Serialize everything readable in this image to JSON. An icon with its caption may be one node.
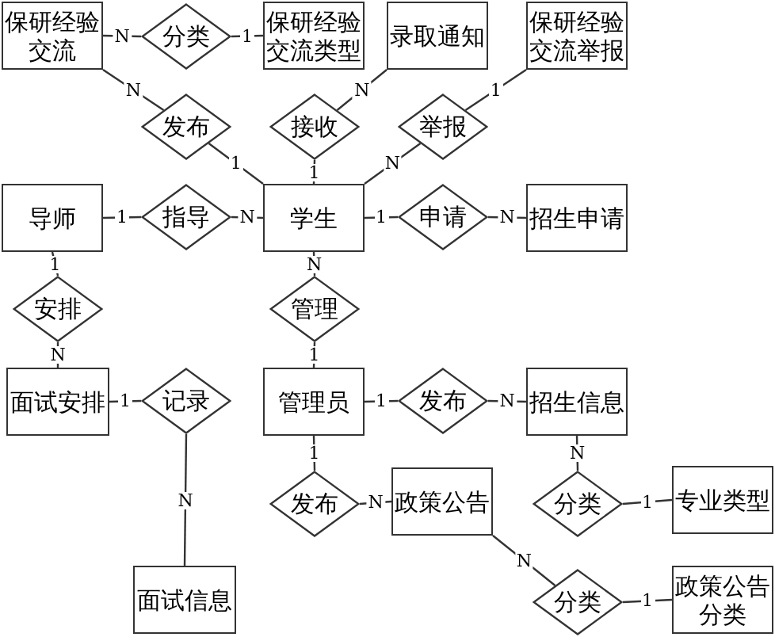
{
  "diagram": {
    "nodes": [
      {
        "text": [
          "保研经验交流"
        ]
      },
      {
        "text": [
          "分类"
        ]
      },
      {
        "text": [
          "保研经验交流类型"
        ]
      },
      {
        "text": [
          "录取通知"
        ]
      },
      {
        "text": [
          "保研经验交流举报"
        ]
      },
      {
        "text": [
          "发布"
        ]
      },
      {
        "text": [
          "接收"
        ]
      },
      {
        "text": [
          "举报"
        ]
      },
      {
        "text": [
          "导师"
        ]
      },
      {
        "text": [
          "指导"
        ]
      },
      {
        "text": [
          "学生"
        ]
      },
      {
        "text": [
          "申请"
        ]
      },
      {
        "text": [
          "招生申请"
        ]
      },
      {
        "text": [
          "安排"
        ]
      },
      {
        "text": [
          "管理"
        ]
      },
      {
        "text": [
          "面试安排"
        ]
      },
      {
        "text": [
          "记录"
        ]
      },
      {
        "text": [
          "管理员"
        ]
      },
      {
        "text": [
          "发布"
        ]
      },
      {
        "text": [
          "招生信息"
        ]
      },
      {
        "text": [
          "发布"
        ]
      },
      {
        "text": [
          "政策公告"
        ]
      },
      {
        "text": [
          "分类"
        ]
      },
      {
        "text": [
          "专业类型"
        ]
      },
      {
        "text": [
          "面试信息"
        ]
      },
      {
        "text": [
          "分类"
        ]
      },
      {
        "text": [
          "政策公告分类"
        ]
      }
    ],
    "edges": [
      {
        "from": 0,
        "to": 1,
        "arrow": "none",
        "label": "N"
      },
      {
        "from": 1,
        "to": 2,
        "arrow": "none",
        "label": "1"
      },
      {
        "from": 0,
        "to": 5,
        "arrow": "none",
        "label": "N"
      },
      {
        "from": 5,
        "to": 10,
        "arrow": "none",
        "label": "1"
      },
      {
        "from": 6,
        "to": 3,
        "arrow": "none",
        "label": "N"
      },
      {
        "from": 6,
        "to": 10,
        "arrow": "none",
        "label": "1"
      },
      {
        "from": 7,
        "to": 4,
        "arrow": "none",
        "label": "1"
      },
      {
        "from": 7,
        "to": 10,
        "arrow": "none",
        "label": "N"
      },
      {
        "from": 8,
        "to": 9,
        "arrow": "none",
        "label": "1"
      },
      {
        "from": 9,
        "to": 10,
        "arrow": "none",
        "label": "N"
      },
      {
        "from": 10,
        "to": 11,
        "arrow": "none",
        "label": "1"
      },
      {
        "from": 11,
        "to": 12,
        "arrow": "none",
        "label": "N"
      },
      {
        "from": 8,
        "to": 13,
        "arrow": "none",
        "label": "1"
      },
      {
        "from": 13,
        "to": 15,
        "arrow": "none",
        "label": "N"
      },
      {
        "from": 10,
        "to": 14,
        "arrow": "none",
        "label": "N"
      },
      {
        "from": 14,
        "to": 17,
        "arrow": "none",
        "label": "1"
      },
      {
        "from": 15,
        "to": 16,
        "arrow": "none",
        "label": "1"
      },
      {
        "from": 16,
        "to": 24,
        "arrow": "none",
        "label": "N"
      },
      {
        "from": 17,
        "to": 18,
        "arrow": "none",
        "label": "1"
      },
      {
        "from": 18,
        "to": 19,
        "arrow": "none",
        "label": "N"
      },
      {
        "from": 17,
        "to": 20,
        "arrow": "none",
        "label": "1"
      },
      {
        "from": 20,
        "to": 21,
        "arrow": "none",
        "label": "N"
      },
      {
        "from": 19,
        "to": 22,
        "arrow": "none",
        "label": "N"
      },
      {
        "from": 22,
        "to": 23,
        "arrow": "none",
        "label": "1"
      },
      {
        "from": 21,
        "to": 25,
        "arrow": "none",
        "label": "N"
      },
      {
        "from": 25,
        "to": 26,
        "arrow": "none",
        "label": "1"
      }
    ]
  }
}
